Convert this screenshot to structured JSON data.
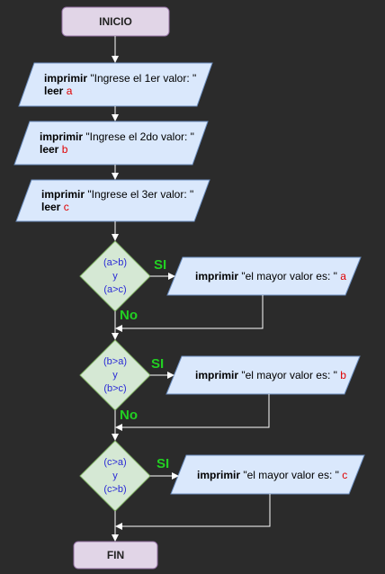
{
  "colors": {
    "background": "#2b2b2b",
    "terminal_fill": "#e1d5e7",
    "terminal_stroke": "#9673a6",
    "io_fill": "#dae8fc",
    "io_stroke": "#6c8ebf",
    "decision_fill": "#d5e8d4",
    "decision_stroke": "#82b366",
    "arrow": "#ffffff",
    "variable_text": "#e00000",
    "condition_text": "#2a2ad6",
    "branch_label": "#22d022"
  },
  "start": {
    "label": "INICIO"
  },
  "end": {
    "label": "FIN"
  },
  "inputs": [
    {
      "keyword": "imprimir",
      "message": " \"Ingrese el 1er valor: \"",
      "read_keyword": "leer",
      "variable": "a"
    },
    {
      "keyword": "imprimir",
      "message": " \"Ingrese el 2do valor: \"",
      "read_keyword": "leer",
      "variable": "b"
    },
    {
      "keyword": "imprimir",
      "message": " \"Ingrese el 3er valor: \"",
      "read_keyword": "leer",
      "variable": "c"
    }
  ],
  "decisions": [
    {
      "line1": "(a>b)",
      "line2": "y",
      "line3": "(a>c)",
      "yes_label": "SI",
      "no_label": "No",
      "output": {
        "keyword": "imprimir",
        "message": " \"el mayor valor es: \"",
        "variable": "a"
      }
    },
    {
      "line1": "(b>a)",
      "line2": "y",
      "line3": "(b>c)",
      "yes_label": "SI",
      "no_label": "No",
      "output": {
        "keyword": "imprimir",
        "message": " \"el mayor valor es: \"",
        "variable": "b"
      }
    },
    {
      "line1": "(c>a)",
      "line2": "y",
      "line3": "(c>b)",
      "yes_label": "SI",
      "no_label": "",
      "output": {
        "keyword": "imprimir",
        "message": " \"el mayor valor es: \"",
        "variable": "c"
      }
    }
  ]
}
